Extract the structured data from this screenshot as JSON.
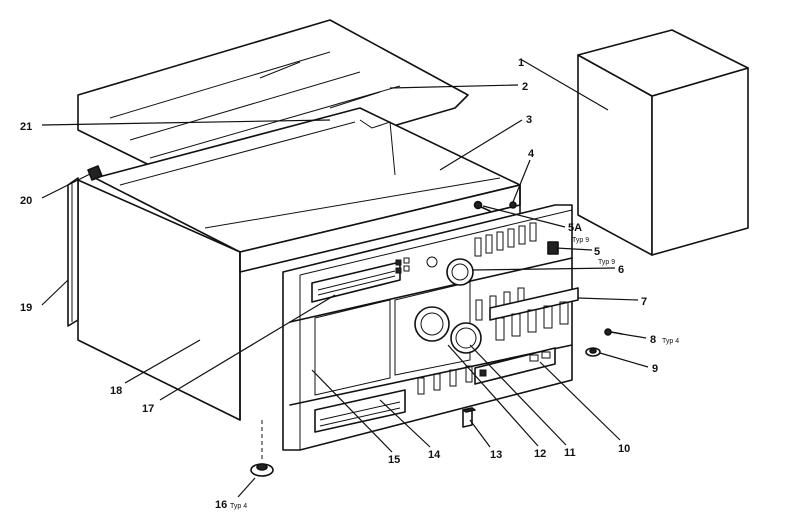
{
  "callouts": [
    {
      "id": "1",
      "text": "1",
      "typ": ""
    },
    {
      "id": "2",
      "text": "2",
      "typ": ""
    },
    {
      "id": "3",
      "text": "3",
      "typ": ""
    },
    {
      "id": "4",
      "text": "4",
      "typ": ""
    },
    {
      "id": "5A",
      "text": "5A",
      "typ": "Typ 9"
    },
    {
      "id": "5",
      "text": "5",
      "typ": "Typ 9"
    },
    {
      "id": "6",
      "text": "6",
      "typ": ""
    },
    {
      "id": "7",
      "text": "7",
      "typ": ""
    },
    {
      "id": "8",
      "text": "8",
      "typ": "Typ 4"
    },
    {
      "id": "9",
      "text": "9",
      "typ": ""
    },
    {
      "id": "10",
      "text": "10",
      "typ": ""
    },
    {
      "id": "11",
      "text": "11",
      "typ": ""
    },
    {
      "id": "12",
      "text": "12",
      "typ": ""
    },
    {
      "id": "13",
      "text": "13",
      "typ": ""
    },
    {
      "id": "14",
      "text": "14",
      "typ": ""
    },
    {
      "id": "15",
      "text": "15",
      "typ": ""
    },
    {
      "id": "16",
      "text": "16",
      "typ": "Typ 4"
    },
    {
      "id": "17",
      "text": "17",
      "typ": ""
    },
    {
      "id": "18",
      "text": "18",
      "typ": ""
    },
    {
      "id": "19",
      "text": "19",
      "typ": ""
    },
    {
      "id": "20",
      "text": "20",
      "typ": ""
    },
    {
      "id": "21",
      "text": "21",
      "typ": ""
    }
  ]
}
